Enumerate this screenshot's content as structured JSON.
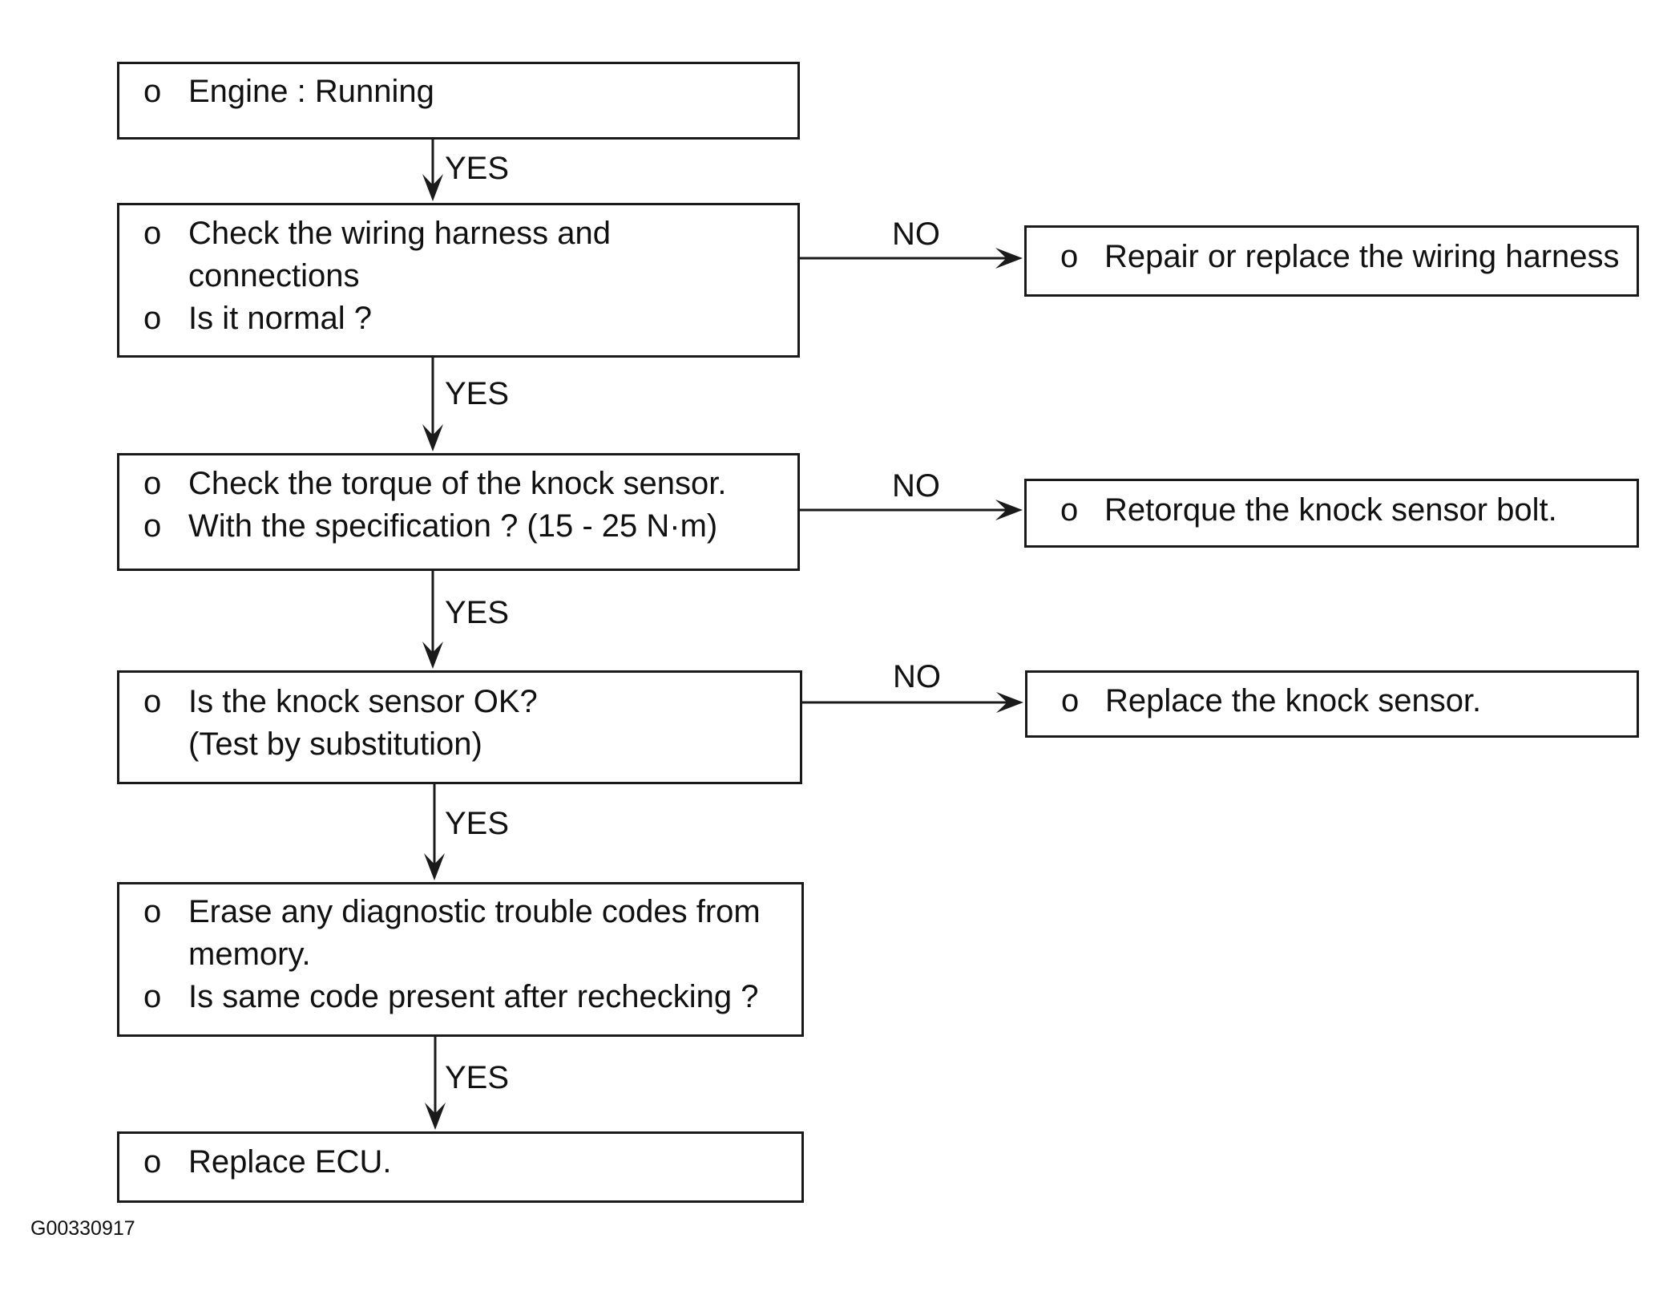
{
  "bullet": "o",
  "steps": [
    {
      "lines": [
        {
          "bullet": true,
          "text": "Engine : Running"
        }
      ]
    },
    {
      "lines": [
        {
          "bullet": true,
          "text": "Check the wiring harness and"
        },
        {
          "bullet": false,
          "text": "connections"
        },
        {
          "bullet": true,
          "text": "Is it normal ?"
        }
      ]
    },
    {
      "lines": [
        {
          "bullet": true,
          "text": "Check the torque of the knock sensor."
        },
        {
          "bullet": true,
          "text": "With the specification ? (15 - 25 N·m)"
        }
      ]
    },
    {
      "lines": [
        {
          "bullet": true,
          "text": "Is the knock sensor OK?"
        },
        {
          "bullet": false,
          "text": "(Test by substitution)"
        }
      ]
    },
    {
      "lines": [
        {
          "bullet": true,
          "text": "Erase any diagnostic trouble codes from"
        },
        {
          "bullet": false,
          "text": "memory."
        },
        {
          "bullet": true,
          "text": "Is same code present after rechecking ?"
        }
      ]
    },
    {
      "lines": [
        {
          "bullet": true,
          "text": "Replace ECU."
        }
      ]
    }
  ],
  "actions": [
    {
      "lines": [
        {
          "bullet": true,
          "text": "Repair or replace the wiring harness"
        }
      ]
    },
    {
      "lines": [
        {
          "bullet": true,
          "text": "Retorque the knock sensor bolt."
        }
      ]
    },
    {
      "lines": [
        {
          "bullet": true,
          "text": "Replace the knock sensor."
        }
      ]
    }
  ],
  "yes_labels": [
    "YES",
    "YES",
    "YES",
    "YES",
    "YES"
  ],
  "no_labels": [
    "NO",
    "NO",
    "NO"
  ],
  "figure_code": "G00330917"
}
